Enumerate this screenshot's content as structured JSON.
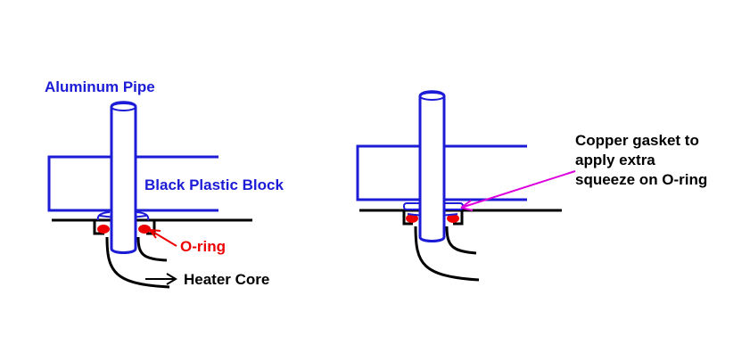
{
  "labels": {
    "aluminum_pipe": "Aluminum Pipe",
    "black_plastic_block": "Black Plastic Block",
    "o_ring": "O-ring",
    "heater_core": "Heater Core",
    "copper_gasket_line1": "Copper gasket to",
    "copper_gasket_line2": "apply extra",
    "copper_gasket_line3": "squeeze on O-ring"
  },
  "colors": {
    "pipe_block": "#1c1cd6",
    "o_ring": "#ee0000",
    "gasket_pointer": "#dd00dd",
    "ink": "#000000",
    "label_blue": "#1c1cd6",
    "label_red": "#ee0000",
    "label_black": "#000000"
  }
}
